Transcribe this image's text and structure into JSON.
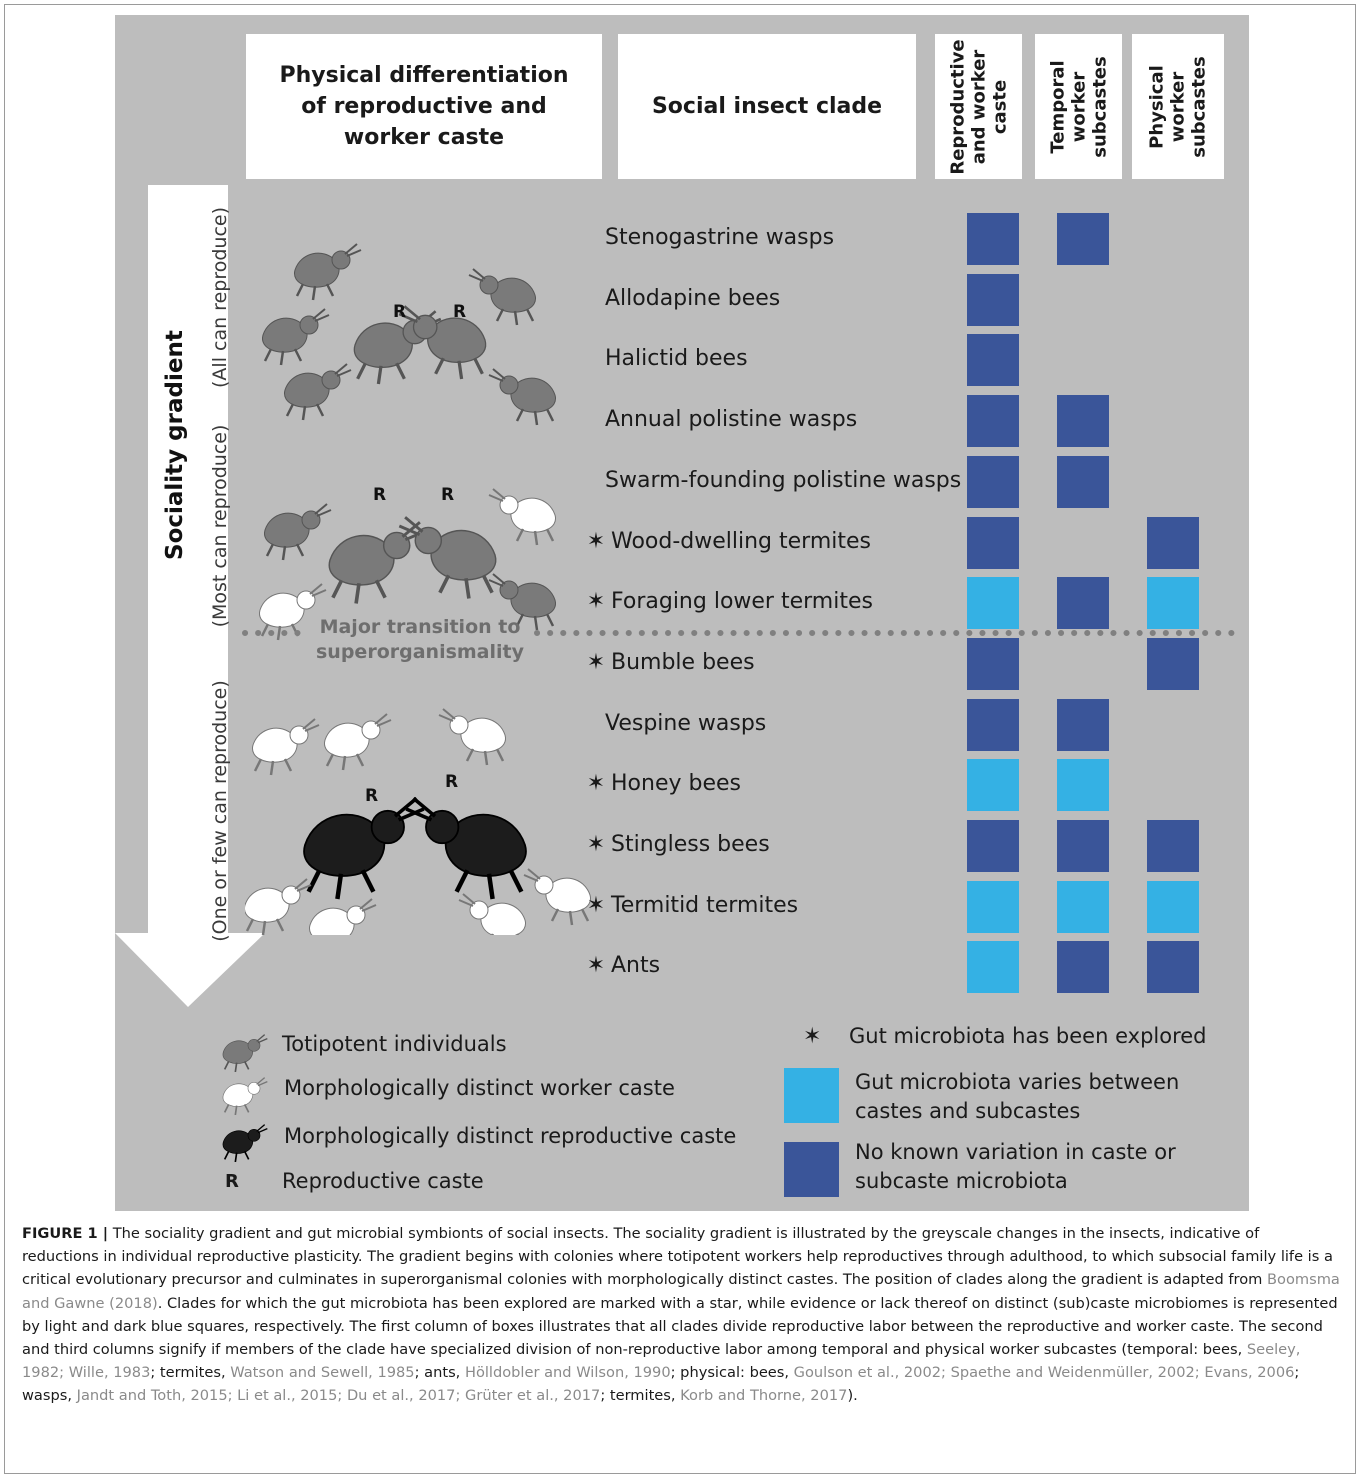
{
  "header": {
    "physical_diff": "Physical differentiation of reproductive and worker caste",
    "social_clade": "Social insect clade",
    "col1": "Reproductive and worker caste",
    "col2": "Temporal worker subcastes",
    "col3": "Physical worker subcastes"
  },
  "gradient": {
    "title": "Sociality gradient",
    "all": "(All can reproduce)",
    "most": "(Most can reproduce)",
    "few": "(One or few can reproduce)"
  },
  "transition": {
    "line1": "Major transition to",
    "line2": "superorganismality"
  },
  "marker_r": "R",
  "clades": [
    {
      "name": "Stenogastrine wasps",
      "star": "",
      "cols": [
        "dark",
        "dark",
        "none"
      ]
    },
    {
      "name": "Allodapine bees",
      "star": "",
      "cols": [
        "dark",
        "none",
        "none"
      ]
    },
    {
      "name": "Halictid bees",
      "star": "",
      "cols": [
        "dark",
        "none",
        "none"
      ]
    },
    {
      "name": "Annual polistine wasps",
      "star": "",
      "cols": [
        "dark",
        "dark",
        "none"
      ]
    },
    {
      "name": "Swarm-founding polistine wasps",
      "star": "",
      "cols": [
        "dark",
        "dark",
        "none"
      ]
    },
    {
      "name": "Wood-dwelling termites",
      "star": "✶",
      "cols": [
        "dark",
        "none",
        "dark"
      ]
    },
    {
      "name": "Foraging lower termites",
      "star": "✶",
      "cols": [
        "light",
        "dark",
        "light"
      ]
    },
    {
      "name": "Bumble bees",
      "star": "✶",
      "cols": [
        "dark",
        "none",
        "dark"
      ]
    },
    {
      "name": "Vespine wasps",
      "star": "",
      "cols": [
        "dark",
        "dark",
        "none"
      ]
    },
    {
      "name": "Honey bees",
      "star": "✶",
      "cols": [
        "light",
        "light",
        "none"
      ]
    },
    {
      "name": "Stingless bees",
      "star": "✶",
      "cols": [
        "dark",
        "dark",
        "dark"
      ]
    },
    {
      "name": "Termitid termites",
      "star": "✶",
      "cols": [
        "light",
        "light",
        "light"
      ]
    },
    {
      "name": "Ants",
      "star": "✶",
      "cols": [
        "light",
        "dark",
        "dark"
      ]
    }
  ],
  "legend": {
    "totipotent": "Totipotent individuals",
    "worker": "Morphologically distinct worker caste",
    "reproductive": "Morphologically distinct reproductive caste",
    "r_symbol": "R",
    "r_label": "Reproductive caste",
    "star_symbol": "✶",
    "star_label": "Gut microbiota has been explored",
    "light_label": "Gut microbiota varies between castes and subcastes",
    "dark_label": "No known variation in caste or subcaste microbiota"
  },
  "colors": {
    "background": "#bdbdbd",
    "light_blue": "#34b1e4",
    "dark_blue": "#3a5599",
    "totipotent": "#7a7a7a",
    "worker": "#ffffff",
    "reproductive": "#1c1c1c",
    "stripe": "#2aa6e0"
  },
  "caption": {
    "fig_label": "FIGURE 1 |",
    "p1": " The sociality gradient and gut microbial symbionts of social insects. The sociality gradient is illustrated by the greyscale changes in the insects, indicative of reductions in individual reproductive plasticity. The gradient begins with colonies where totipotent workers help reproductives through adulthood, to which subsocial family life is a critical evolutionary precursor and culminates in superorganismal colonies with morphologically distinct castes. The position of clades along the gradient is adapted from ",
    "ref1": "Boomsma and Gawne (2018)",
    "p2": ". Clades for which the gut microbiota has been explored are marked with a star, while evidence or lack thereof on distinct (sub)caste microbiomes is represented by light and dark blue squares, respectively. The first column of boxes illustrates that all clades divide reproductive labor between the reproductive and worker caste. The second and third columns signify if members of the clade have specialized division of non-reproductive labor among temporal and physical worker subcastes (temporal: bees, ",
    "ref2": "Seeley, 1982; Wille, 1983",
    "p3": "; termites, ",
    "ref3": "Watson and Sewell, 1985",
    "p4": "; ants, ",
    "ref4": "Hölldobler and Wilson, 1990",
    "p5": "; physical: bees, ",
    "ref5": "Goulson et al., 2002; Spaethe and Weidenmüller, 2002; Evans, 2006",
    "p6": "; wasps, ",
    "ref6": "Jandt and Toth, 2015; Li et al., 2015; Du et al., 2017; Grüter et al., 2017",
    "p7": "; termites, ",
    "ref7": "Korb and Thorne, 2017",
    "p8": ")."
  }
}
